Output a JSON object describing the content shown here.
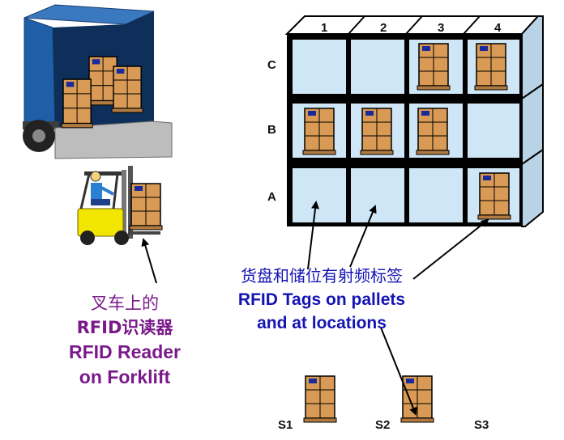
{
  "rack": {
    "columns": [
      "1",
      "2",
      "3",
      "4"
    ],
    "rows": [
      "C",
      "B",
      "A"
    ]
  },
  "reader_label": {
    "cn": "叉车上的",
    "mixed": "RFID识读器",
    "line1": "RFID Reader",
    "line2": "on Forklift"
  },
  "tags_label": {
    "cn": "货盘和储位有射频标签",
    "line1": "RFID Tags on pallets",
    "line2": "and at locations"
  },
  "slots": [
    "S1",
    "S2",
    "S3"
  ],
  "colors": {
    "truck_body": "#1f5fa8",
    "rack_cell": "#cfe6f7",
    "box": "#d99a55",
    "forklift": "#f2e600",
    "reader_text": "#7a1a8a",
    "tags_text": "#1414b4"
  }
}
